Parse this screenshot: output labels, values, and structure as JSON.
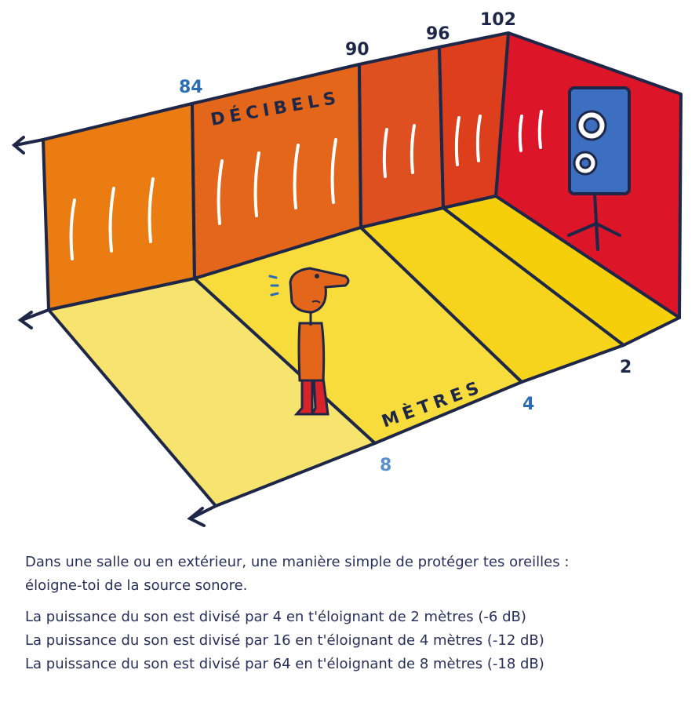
{
  "labels": {
    "decibels_word": "DÉCIBELS",
    "metres_word": "MÈTRES",
    "db_84": "84",
    "db_90": "90",
    "db_96": "96",
    "db_102": "102",
    "m_2": "2",
    "m_4": "4",
    "m_8": "8"
  },
  "caption": {
    "intro_line1": "Dans une salle ou en extérieur, une manière simple de protéger tes oreilles :",
    "intro_line2": "éloigne-toi de la source sonore.",
    "fact1": "La puissance du son est divisé par 4 en t'éloignant de 2 mètres (-6 dB)",
    "fact2": "La puissance du son est divisé par 16 en t'éloignant de 4 mètres (-12 dB)",
    "fact3": "La puissance du son est divisé par 64 en t'éloignant de 8 mètres (-18 dB)"
  },
  "colors": {
    "wall_84": "#ea7c12",
    "wall_90": "#e4661a",
    "wall_96": "#df5020",
    "wall_102": "#dd3e1c",
    "wall_right": "#dc1528",
    "floor_far": "#f7e46e",
    "floor_near": "#f5d00a",
    "outline": "#1e2747",
    "blue_label": "#2a6db3",
    "speaker": "#3c6fc0"
  }
}
